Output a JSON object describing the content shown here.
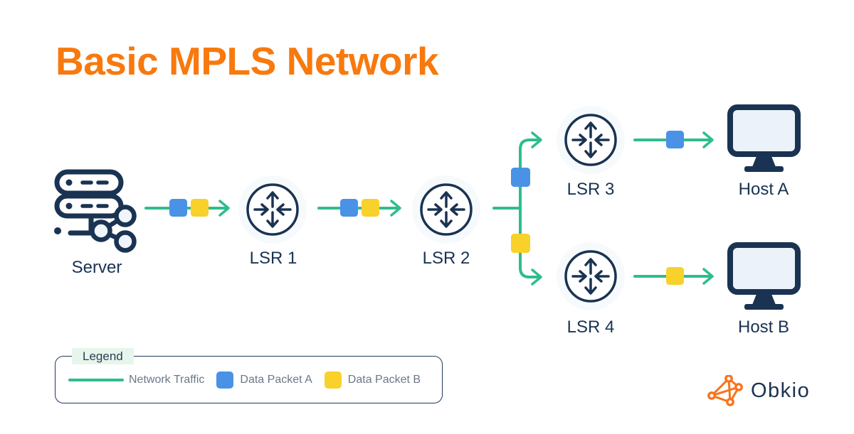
{
  "title": "Basic MPLS Network",
  "nodes": [
    {
      "id": "server",
      "label": "Server",
      "icon": "server-stack-share-icon"
    },
    {
      "id": "lsr1",
      "label": "LSR 1",
      "icon": "router-crossed-arrows-icon"
    },
    {
      "id": "lsr2",
      "label": "LSR 2",
      "icon": "router-crossed-arrows-icon"
    },
    {
      "id": "lsr3",
      "label": "LSR 3",
      "icon": "router-crossed-arrows-icon"
    },
    {
      "id": "lsr4",
      "label": "LSR 4",
      "icon": "router-crossed-arrows-icon"
    },
    {
      "id": "hostA",
      "label": "Host A",
      "icon": "desktop-monitor-icon"
    },
    {
      "id": "hostB",
      "label": "Host B",
      "icon": "desktop-monitor-icon"
    }
  ],
  "edges": [
    {
      "from": "Server",
      "to": "LSR 1",
      "packets": [
        "Data Packet A",
        "Data Packet B"
      ]
    },
    {
      "from": "LSR 1",
      "to": "LSR 2",
      "packets": [
        "Data Packet A",
        "Data Packet B"
      ]
    },
    {
      "from": "LSR 2",
      "to": "LSR 3",
      "packets": [
        "Data Packet A"
      ]
    },
    {
      "from": "LSR 2",
      "to": "LSR 4",
      "packets": [
        "Data Packet B"
      ]
    },
    {
      "from": "LSR 3",
      "to": "Host A",
      "packets": [
        "Data Packet A"
      ]
    },
    {
      "from": "LSR 4",
      "to": "Host B",
      "packets": [
        "Data Packet B"
      ]
    }
  ],
  "legend": {
    "title": "Legend",
    "items": [
      {
        "swatch": "line",
        "label": "Network Traffic",
        "color": "#2EBD8C"
      },
      {
        "swatch": "square",
        "label": "Data Packet A",
        "color": "#4A92E5"
      },
      {
        "swatch": "square",
        "label": "Data Packet B",
        "color": "#F8D12A"
      }
    ]
  },
  "logo": {
    "text": "Obkio",
    "icon": "obkio-network-graph-icon"
  },
  "colors": {
    "title_orange": "#F8790D",
    "navy": "#1A3352",
    "traffic_green": "#2EBD8C",
    "packet_a_blue": "#4A92E5",
    "packet_b_yellow": "#F8D12A",
    "legend_tab_mint": "#E6F6EC",
    "legend_text_gray": "#6B7888",
    "background": "#FFFFFF"
  }
}
